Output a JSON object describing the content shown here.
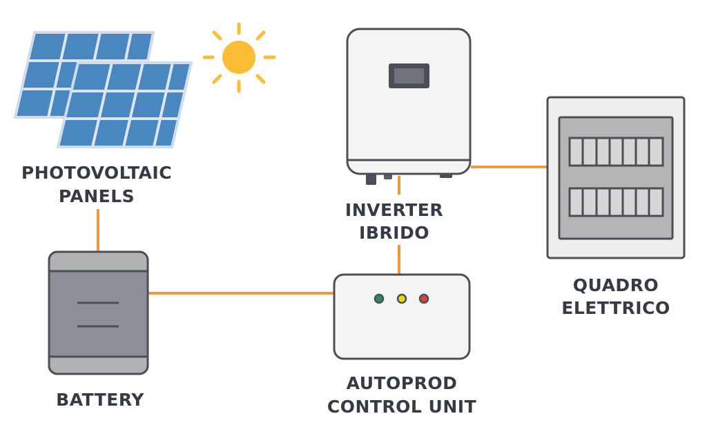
{
  "diagram": {
    "title": "",
    "nodes": [
      {
        "id": "pv",
        "label_lines": [
          "PHOTOVOLTAIC",
          "PANELS"
        ],
        "icon": "solar-panel-icon"
      },
      {
        "id": "sun",
        "label_lines": [],
        "icon": "sun-icon"
      },
      {
        "id": "inverter",
        "label_lines": [
          "INVERTER",
          "IBRIDO"
        ],
        "icon": "inverter-icon"
      },
      {
        "id": "panel",
        "label_lines": [
          "QUADRO",
          "ELETTRICO"
        ],
        "icon": "electrical-panel-icon"
      },
      {
        "id": "battery",
        "label_lines": [
          "BATTERY"
        ],
        "icon": "battery-icon"
      },
      {
        "id": "control",
        "label_lines": [
          "AUTOPROD",
          "CONTROL UNIT"
        ],
        "icon": "control-unit-icon"
      }
    ],
    "edges": [
      {
        "from": "pv",
        "to": "battery"
      },
      {
        "from": "battery",
        "to": "control"
      },
      {
        "from": "control",
        "to": "inverter"
      },
      {
        "from": "inverter",
        "to": "panel"
      }
    ],
    "colors": {
      "wire": "#ee9a3a",
      "panel_blue": "#4a86c0",
      "sun": "#fbbd33",
      "outline": "#4a4f57",
      "led_green": "#2e8b57",
      "led_yellow": "#f2d600",
      "led_red": "#d9443c"
    }
  }
}
